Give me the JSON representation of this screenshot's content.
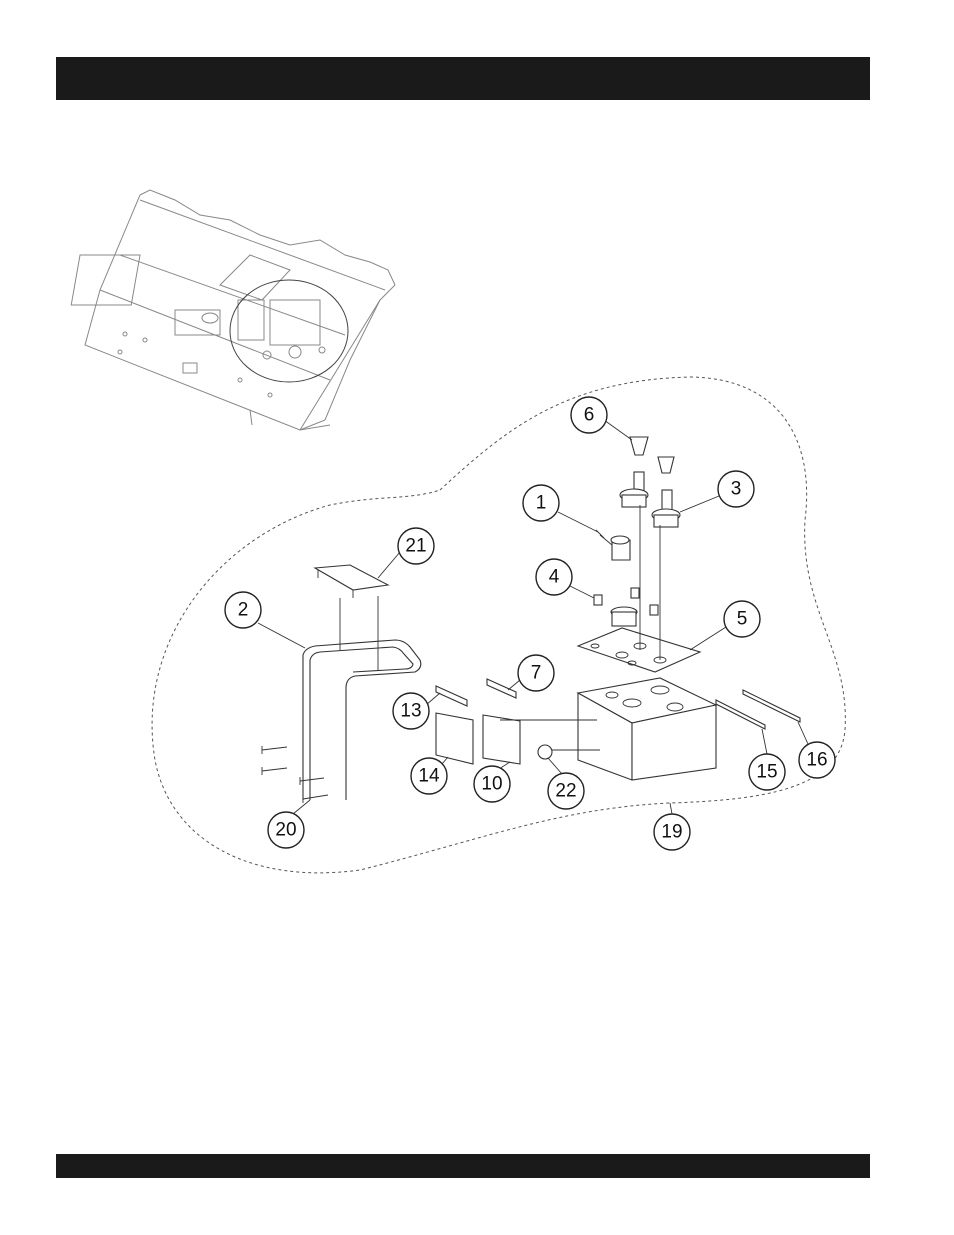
{
  "header": {
    "title": ""
  },
  "footer": {
    "text": ""
  },
  "callouts": [
    {
      "id": "c1",
      "label": "1"
    },
    {
      "id": "c2",
      "label": "2"
    },
    {
      "id": "c3",
      "label": "3"
    },
    {
      "id": "c4",
      "label": "4"
    },
    {
      "id": "c5",
      "label": "5"
    },
    {
      "id": "c6",
      "label": "6"
    },
    {
      "id": "c7",
      "label": "7"
    },
    {
      "id": "c10",
      "label": "10"
    },
    {
      "id": "c13",
      "label": "13"
    },
    {
      "id": "c14",
      "label": "14"
    },
    {
      "id": "c15",
      "label": "15"
    },
    {
      "id": "c16",
      "label": "16"
    },
    {
      "id": "c19",
      "label": "19"
    },
    {
      "id": "c20",
      "label": "20"
    },
    {
      "id": "c21",
      "label": "21"
    },
    {
      "id": "c22",
      "label": "22"
    }
  ]
}
